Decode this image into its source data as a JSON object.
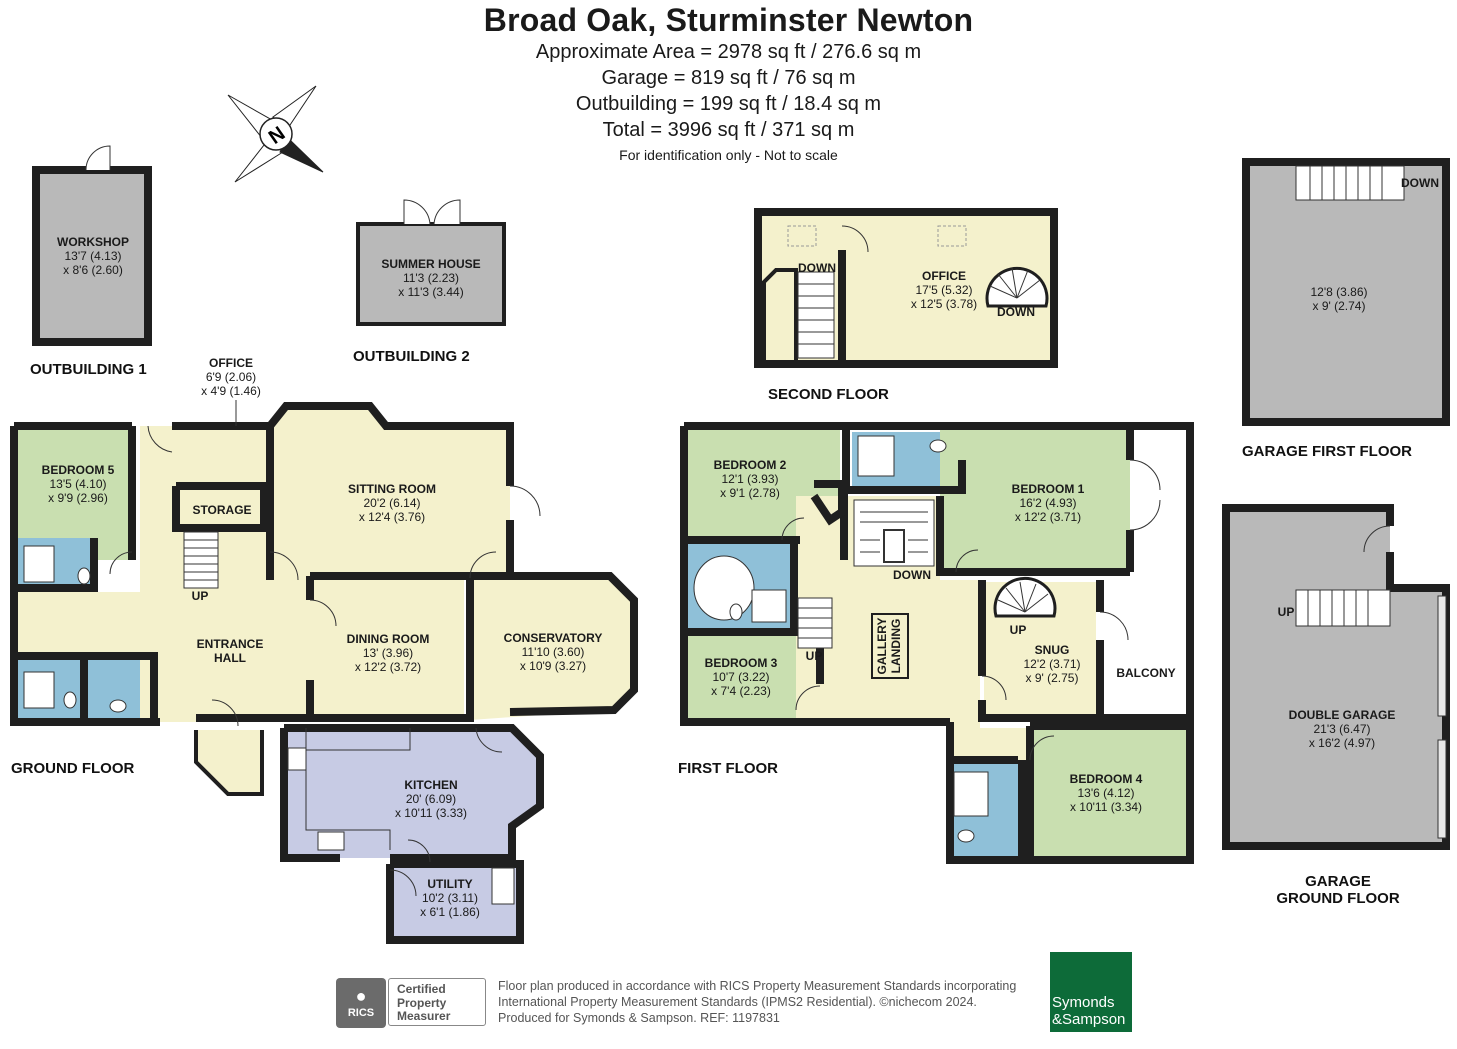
{
  "header": {
    "title": "Broad Oak, Sturminster Newton",
    "areas": [
      "Approximate Area = 2978 sq ft / 276.6 sq m",
      "Garage = 819 sq ft / 76 sq m",
      "Outbuilding = 199 sq ft / 18.4 sq m",
      "Total = 3996 sq ft / 371 sq m"
    ],
    "disclaimer": "For identification only - Not to scale"
  },
  "colors": {
    "bedroom": "#c9dfb0",
    "living": "#f4f1cc",
    "wet": "#8fc0d8",
    "kitchen": "#c7cbe4",
    "garage": "#b9b9b9",
    "wall": "#1f1f1f",
    "brand_green": "#0d6b39"
  },
  "compass": {
    "label": "N"
  },
  "floors": {
    "outbuilding1": "OUTBUILDING 1",
    "outbuilding2": "OUTBUILDING 2",
    "ground": "GROUND FLOOR",
    "first": "FIRST FLOOR",
    "second": "SECOND FLOOR",
    "garage_first": "GARAGE FIRST FLOOR",
    "garage_ground_1": "GARAGE",
    "garage_ground_2": "GROUND FLOOR"
  },
  "rooms": {
    "workshop": {
      "name": "WORKSHOP",
      "d1": "13'7 (4.13)",
      "d2": "x 8'6 (2.60)"
    },
    "summer_house": {
      "name": "SUMMER HOUSE",
      "d1": "11'3 (2.23)",
      "d2": "x 11'3 (3.44)"
    },
    "office_ground": {
      "name": "OFFICE",
      "d1": "6'9 (2.06)",
      "d2": "x 4'9 (1.46)"
    },
    "bedroom5": {
      "name": "BEDROOM 5",
      "d1": "13'5 (4.10)",
      "d2": "x 9'9 (2.96)"
    },
    "storage": {
      "name": "STORAGE"
    },
    "sitting_room": {
      "name": "SITTING ROOM",
      "d1": "20'2 (6.14)",
      "d2": "x 12'4 (3.76)"
    },
    "entrance_hall": {
      "name1": "ENTRANCE",
      "name2": "HALL"
    },
    "dining_room": {
      "name": "DINING ROOM",
      "d1": "13' (3.96)",
      "d2": "x 12'2 (3.72)"
    },
    "conservatory": {
      "name": "CONSERVATORY",
      "d1": "11'10 (3.60)",
      "d2": "x 10'9 (3.27)"
    },
    "kitchen": {
      "name": "KITCHEN",
      "d1": "20' (6.09)",
      "d2": "x 10'11 (3.33)"
    },
    "utility": {
      "name": "UTILITY",
      "d1": "10'2 (3.11)",
      "d2": "x 6'1 (1.86)"
    },
    "office_second": {
      "name": "OFFICE",
      "d1": "17'5 (5.32)",
      "d2": "x 12'5 (3.78)"
    },
    "bedroom2": {
      "name": "BEDROOM 2",
      "d1": "12'1 (3.93)",
      "d2": "x 9'1 (2.78)"
    },
    "bedroom1": {
      "name": "BEDROOM 1",
      "d1": "16'2 (4.93)",
      "d2": "x 12'2 (3.71)"
    },
    "bedroom3": {
      "name": "BEDROOM 3",
      "d1": "10'7 (3.22)",
      "d2": "x 7'4 (2.23)"
    },
    "gallery_landing": {
      "name1": "GALLERY",
      "name2": "LANDING"
    },
    "snug": {
      "name": "SNUG",
      "d1": "12'2 (3.71)",
      "d2": "x 9' (2.75)"
    },
    "balcony": {
      "name": "BALCONY"
    },
    "bedroom4": {
      "name": "BEDROOM 4",
      "d1": "13'6 (4.12)",
      "d2": "x 10'11 (3.34)"
    },
    "garage_first": {
      "d1": "12'8 (3.86)",
      "d2": "x 9' (2.74)"
    },
    "double_garage": {
      "name": "DOUBLE GARAGE",
      "d1": "21'3 (6.47)",
      "d2": "x 16'2 (4.97)"
    }
  },
  "stairs": {
    "up": "UP",
    "down": "DOWN"
  },
  "footer": {
    "rics_logo": "RICS",
    "rics_cert": [
      "Certified",
      "Property",
      "Measurer"
    ],
    "text_lines": [
      "Floor plan produced in accordance with RICS Property Measurement Standards incorporating",
      "International Property Measurement Standards (IPMS2 Residential).  ©nichecom 2024.",
      "Produced for Symonds & Sampson.   REF:  1197831"
    ],
    "brand_1": "Symonds",
    "brand_2": "&Sampson"
  }
}
